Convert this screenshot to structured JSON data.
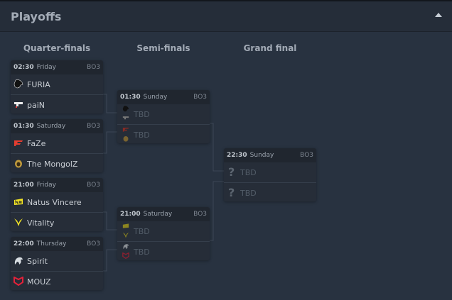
{
  "header": {
    "title": "Playoffs"
  },
  "rounds": {
    "qf": "Quarter-finals",
    "sf": "Semi-finals",
    "gf": "Grand final"
  },
  "matches": {
    "qf1": {
      "time": "02:30",
      "day": "Friday",
      "format": "BO3",
      "t1": "FURIA",
      "t2": "paiN"
    },
    "qf2": {
      "time": "01:30",
      "day": "Saturday",
      "format": "BO3",
      "t1": "FaZe",
      "t2": "The MongolZ"
    },
    "qf3": {
      "time": "21:00",
      "day": "Friday",
      "format": "BO3",
      "t1": "Natus Vincere",
      "t2": "Vitality"
    },
    "qf4": {
      "time": "22:00",
      "day": "Thursday",
      "format": "BO3",
      "t1": "Spirit",
      "t2": "MOUZ"
    },
    "sf1": {
      "time": "01:30",
      "day": "Sunday",
      "format": "BO3",
      "t1": "TBD",
      "t2": "TBD"
    },
    "sf2": {
      "time": "21:00",
      "day": "Saturday",
      "format": "BO3",
      "t1": "TBD",
      "t2": "TBD"
    },
    "gf": {
      "time": "22:30",
      "day": "Sunday",
      "format": "BO3",
      "t1": "TBD",
      "t2": "TBD",
      "unknown": "?"
    }
  },
  "colors": {
    "furia": "#111111",
    "pain": "#e8e8e8",
    "faze": "#e43d30",
    "mongolz": "#c09a3c",
    "navi": "#f5e625",
    "vitality": "#f5e625",
    "spirit": "#d8dde2",
    "mouz": "#e3223a"
  }
}
